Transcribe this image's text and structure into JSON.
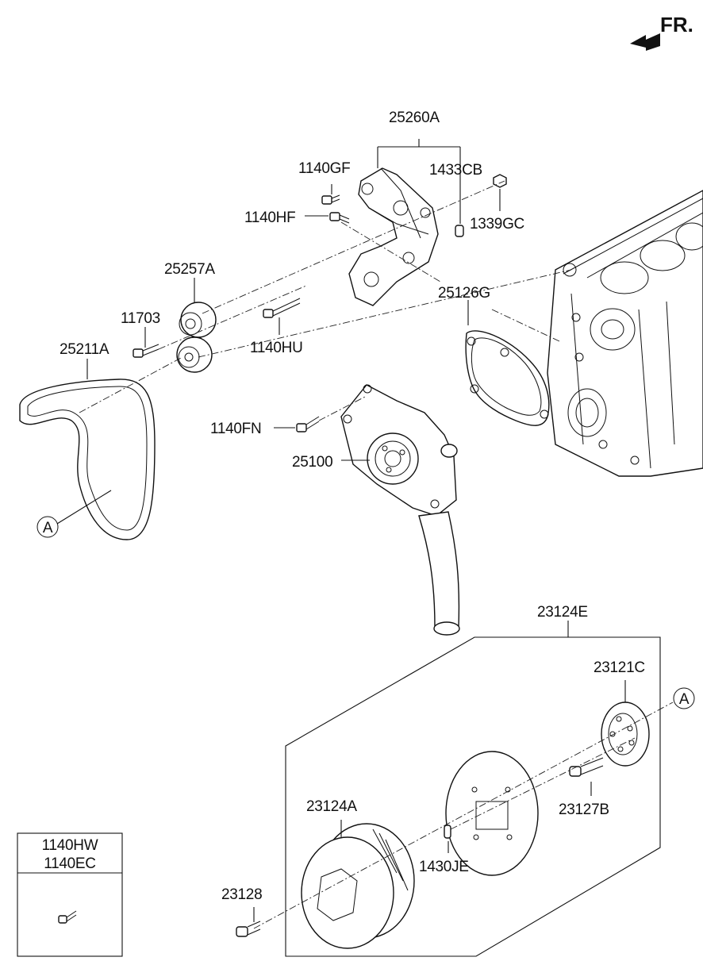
{
  "orientation": {
    "label": "FR."
  },
  "callouts": {
    "c25260A": "25260A",
    "c1140GF": "1140GF",
    "c1433CB": "1433CB",
    "c1140HF": "1140HF",
    "c1339GC": "1339GC",
    "c25257A": "25257A",
    "c25126G": "25126G",
    "c11703": "11703",
    "c1140HU": "1140HU",
    "c25211A": "25211A",
    "c1140FN": "1140FN",
    "c25100": "25100",
    "cA1": "A",
    "c23124E": "23124E",
    "c23121C": "23121C",
    "cA2": "A",
    "c23127B": "23127B",
    "c23124A": "23124A",
    "c1430JE": "1430JE",
    "c23128": "23128"
  },
  "legend_box": {
    "line1": "1140HW",
    "line2": "1140EC"
  }
}
